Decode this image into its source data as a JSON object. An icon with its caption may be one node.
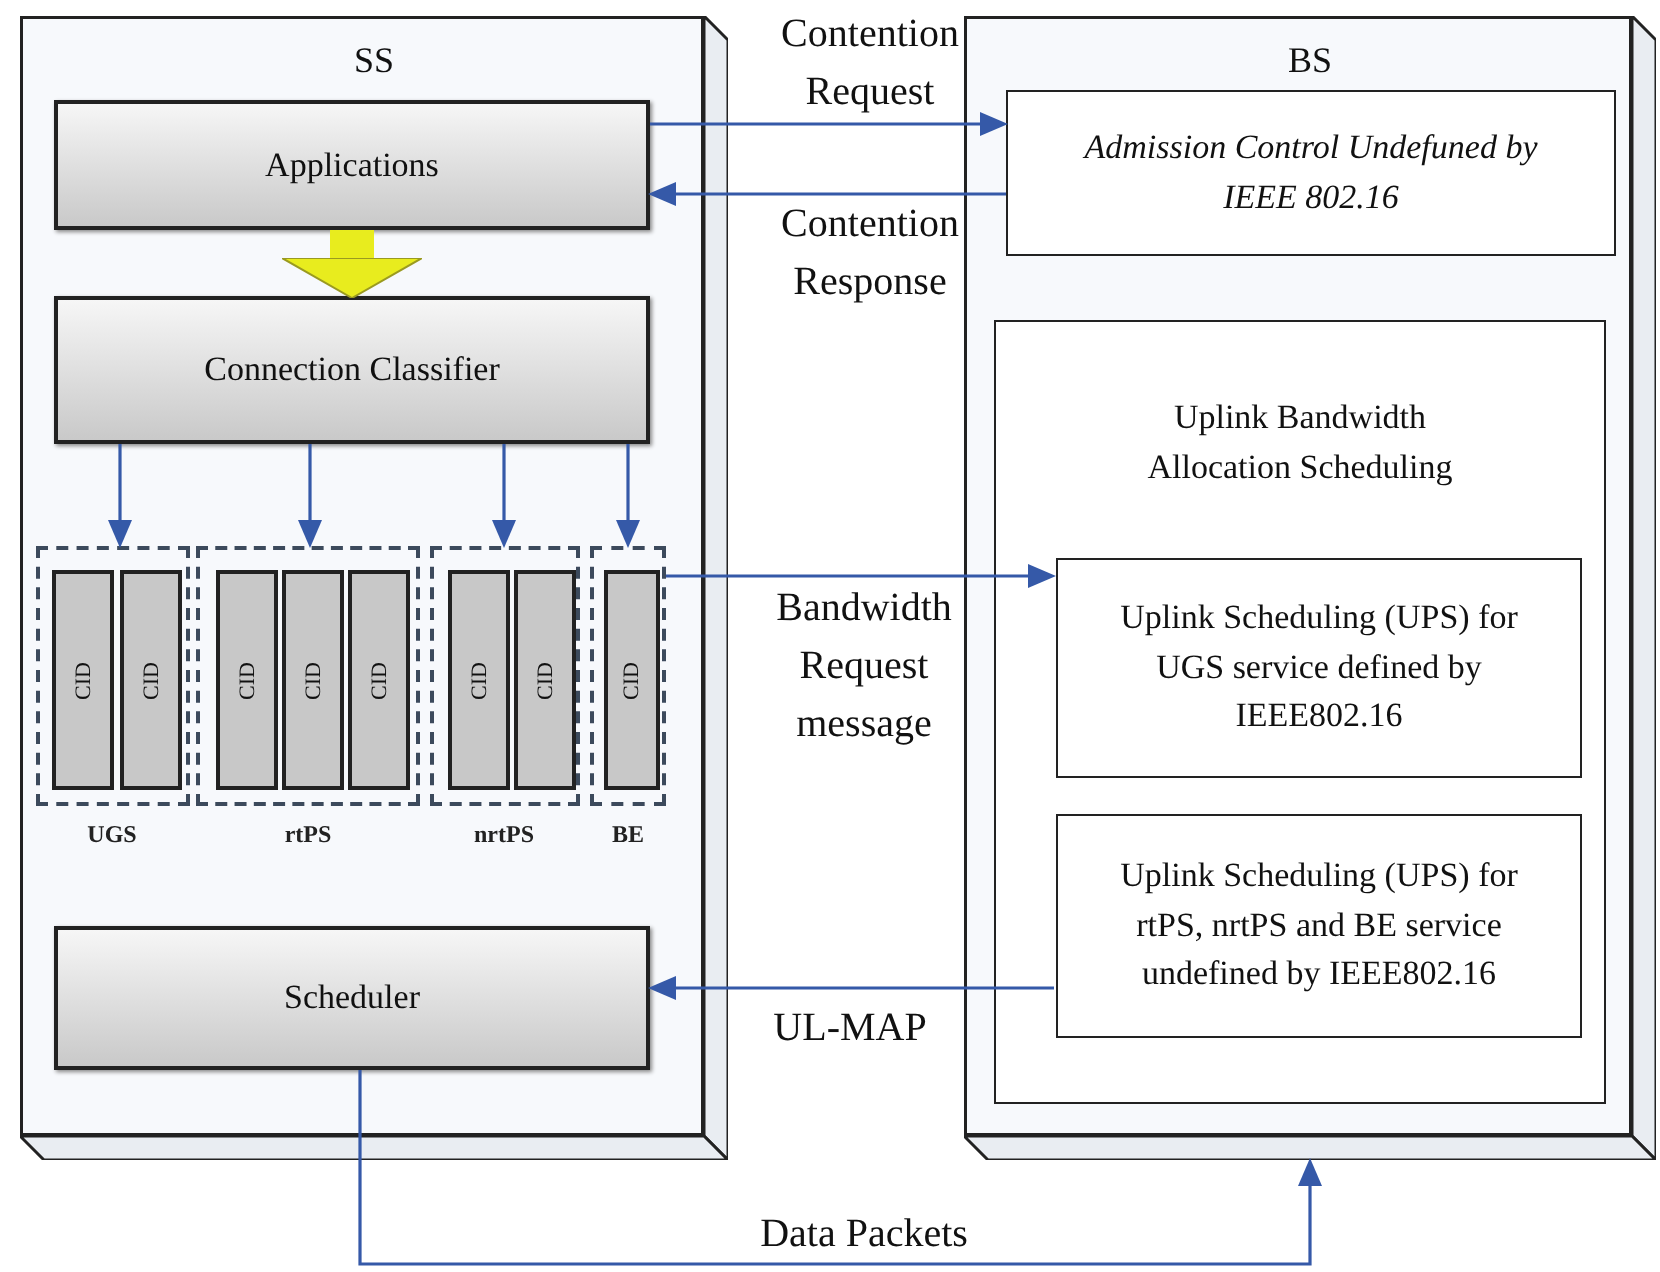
{
  "diagram": {
    "nodes": [
      {
        "text": [
          "SS"
        ]
      },
      {
        "text": [
          "Applications"
        ],
        "in": 0
      },
      {
        "text": [
          "Connection Classifier"
        ],
        "in": 0
      },
      {
        "text": [],
        "shape": "box",
        "in": 0,
        "beside": [
          "UGS"
        ]
      },
      {
        "text": [
          "CID"
        ],
        "in": 3
      },
      {
        "text": [
          "CID"
        ],
        "in": 3
      },
      {
        "text": [],
        "shape": "box",
        "in": 0,
        "beside": [
          "rtPS"
        ]
      },
      {
        "text": [
          "CID"
        ],
        "in": 6
      },
      {
        "text": [
          "CID"
        ],
        "in": 6
      },
      {
        "text": [
          "CID"
        ],
        "in": 6
      },
      {
        "text": [],
        "shape": "box",
        "in": 0,
        "beside": [
          "nrtPS"
        ]
      },
      {
        "text": [
          "CID"
        ],
        "in": 10
      },
      {
        "text": [
          "CID"
        ],
        "in": 10
      },
      {
        "text": [],
        "shape": "box",
        "in": 0,
        "beside": [
          "BE"
        ]
      },
      {
        "text": [
          "CID"
        ],
        "in": 13
      },
      {
        "text": [
          "Scheduler"
        ],
        "in": 0
      },
      {
        "text": [
          "BS"
        ]
      },
      {
        "text": [
          "Admission Control Undefuned by IEEE 802.16"
        ],
        "in": 16
      },
      {
        "text": [
          "Uplink Bandwidth Allocation Scheduling"
        ],
        "in": 16
      },
      {
        "text": [
          "Uplink Scheduling (UPS) for UGS service defined by IEEE802.16"
        ],
        "in": 18
      },
      {
        "text": [
          "Uplink Scheduling (UPS) for rtPS, nrtPS and BE service undefined by IEEE802.16"
        ],
        "in": 18
      }
    ],
    "edges": [
      {
        "from": 1,
        "to": 17,
        "arrow": "to",
        "label": "Contention Request"
      },
      {
        "from": 17,
        "to": 1,
        "arrow": "to",
        "label": "Contention Response"
      },
      {
        "from": 1,
        "to": 2,
        "arrow": "to",
        "style": "thick",
        "color": "#e8ec1e"
      },
      {
        "from": 2,
        "to": 3,
        "arrow": "to"
      },
      {
        "from": 2,
        "to": 6,
        "arrow": "to"
      },
      {
        "from": 2,
        "to": 10,
        "arrow": "to"
      },
      {
        "from": 2,
        "to": 13,
        "arrow": "to"
      },
      {
        "from": 13,
        "to": 19,
        "arrow": "to",
        "label": "Bandwidth Request message"
      },
      {
        "from": 20,
        "to": 15,
        "arrow": "to",
        "label": "UL-MAP"
      },
      {
        "from": 15,
        "to": 16,
        "arrow": "to",
        "label": "Data Packets"
      }
    ]
  }
}
